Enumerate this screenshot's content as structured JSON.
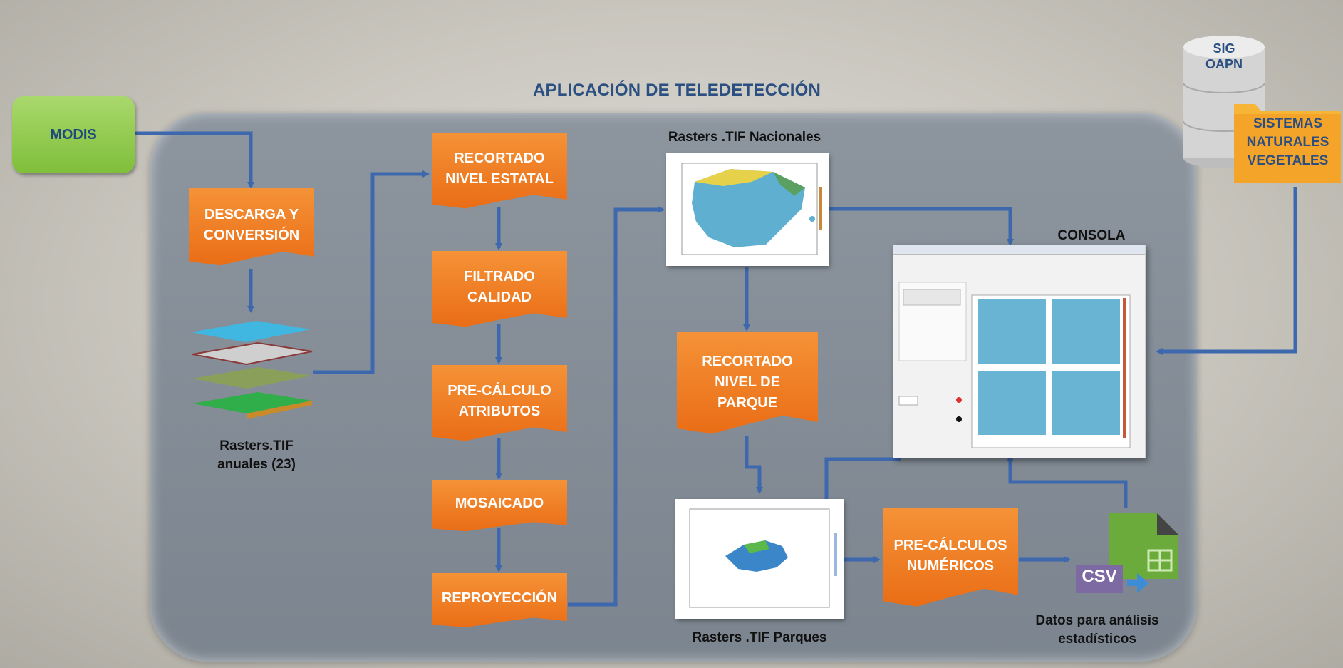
{
  "title": "APLICACIÓN DE TELEDETECCIÓN",
  "modis": "MODIS",
  "steps": {
    "descarga": "DESCARGA  Y\nCONVERSIÓN",
    "recortado_estatal": "RECORTADO\nNIVEL ESTATAL",
    "filtrado": "FILTRADO\nCALIDAD",
    "precalculo_atributos": "PRE-CÁLCULO\nATRIBUTOS",
    "mosaicado": "MOSAICADO",
    "reproyeccion": "REPROYECCIÓN",
    "recortado_parque": "RECORTADO\nNIVEL DE\nPARQUE",
    "precalculos_numericos": "PRE-CÁLCULOS\nNUMÉRICOS"
  },
  "labels": {
    "rasters_anuales": "Rasters.TIF\nanuales (23)",
    "rasters_nacionales": "Rasters .TIF Nacionales",
    "rasters_parques": "Rasters .TIF Parques",
    "consola": "CONSOLA",
    "datos": "Datos para análisis\nestadísticos",
    "csv": "CSV"
  },
  "sig": {
    "db": "SIG\nOAPN",
    "folder": "SISTEMAS\nNATURALES\nVEGETALES"
  },
  "colors": {
    "arrow": "#3e68ad",
    "process": "#ef7d22",
    "modis": "#8cc63f",
    "title": "#2b4f80"
  }
}
